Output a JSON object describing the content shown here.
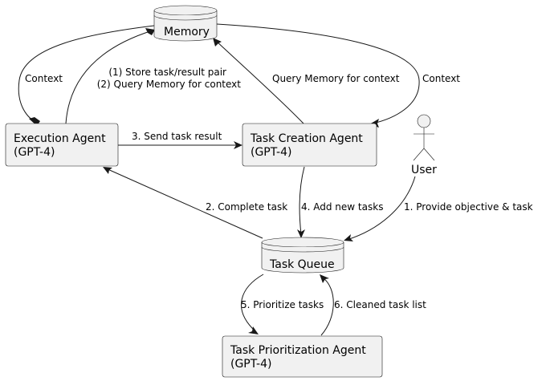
{
  "nodes": {
    "memory": "Memory",
    "execution_agent": {
      "line1": "Execution Agent",
      "line2": "(GPT-4)"
    },
    "task_creation_agent": {
      "line1": "Task Creation Agent",
      "line2": "(GPT-4)"
    },
    "user": "User",
    "task_queue": "Task Queue",
    "task_prioritization_agent": {
      "line1": "Task Prioritization Agent",
      "line2": "(GPT-4)"
    }
  },
  "edges": {
    "memory_to_execution": "Context",
    "execution_to_memory": {
      "line1": "(1) Store task/result pair",
      "line2": "(2) Query Memory for context"
    },
    "creation_to_memory": "Query Memory for context",
    "memory_to_creation": "Context",
    "execution_to_creation": "3. Send task result",
    "queue_to_execution": "2. Complete task",
    "creation_to_queue": "4. Add new tasks",
    "user_to_queue": "1. Provide objective & task",
    "queue_to_prioritization": "5. Prioritize tasks",
    "prioritization_to_queue": "6. Cleaned task list"
  }
}
